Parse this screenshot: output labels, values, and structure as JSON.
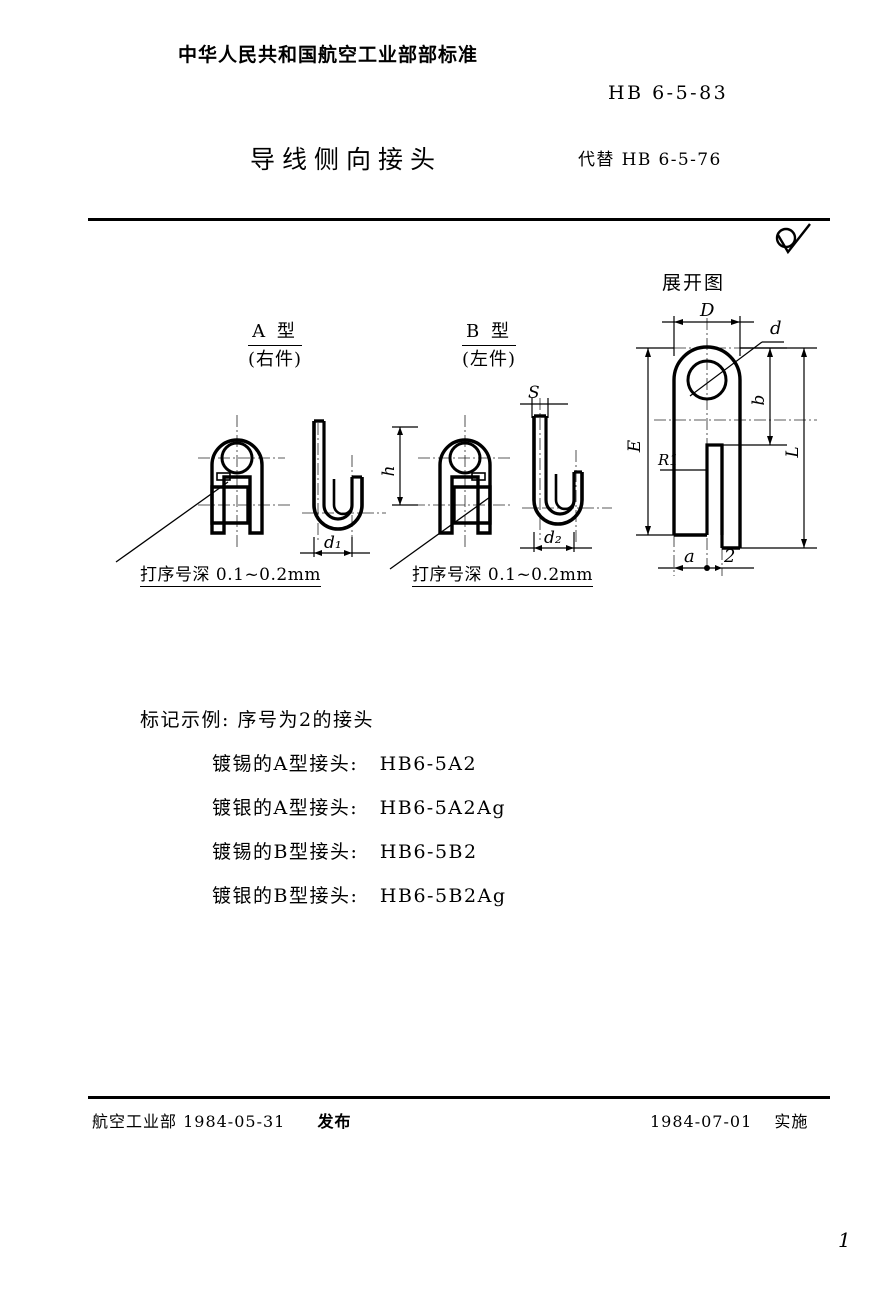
{
  "header": {
    "organization": "中华人民共和国航空工业部部标准",
    "standard_no": "HB 6-5-83",
    "title": "导线侧向接头",
    "replaces": "代替 HB 6-5-76",
    "finish_symbol": "unmachined-surface-symbol"
  },
  "views": {
    "type_a": {
      "label": "A 型",
      "sub": "(右件)"
    },
    "type_b": {
      "label": "B 型",
      "sub": "(左件)"
    },
    "development": {
      "title": "展开图"
    }
  },
  "callouts": {
    "stamp_a": "打序号深 0.1~0.2mm",
    "stamp_b": "打序号深 0.1~0.2mm"
  },
  "dimensions": {
    "d1": "d₁",
    "d2": "d₂",
    "h": "h",
    "s": "S",
    "D": "D",
    "d": "d",
    "b": "b",
    "L": "L",
    "E": "E",
    "R1": "R1",
    "a": "a",
    "gap": "2"
  },
  "marking": {
    "intro": "标记示例: 序号为2的接头",
    "lines": [
      {
        "desc": "镀锡的A型接头:",
        "code": "HB6-5A2"
      },
      {
        "desc": "镀银的A型接头:",
        "code": "HB6-5A2Ag"
      },
      {
        "desc": "镀锡的B型接头:",
        "code": "HB6-5B2"
      },
      {
        "desc": "镀银的B型接头:",
        "code": "HB6-5B2Ag"
      }
    ]
  },
  "footer": {
    "issuer": "航空工业部 1984-05-31",
    "issue_action": "发布",
    "effective_date": "1984-07-01",
    "effective_action": "实施",
    "page_number": "1"
  }
}
